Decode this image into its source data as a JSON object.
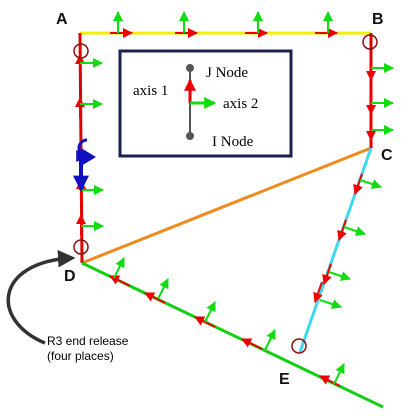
{
  "nodes": {
    "a": "A",
    "b": "B",
    "c": "C",
    "d": "D",
    "e": "E"
  },
  "legend": {
    "j_node": "J Node",
    "i_node": "I Node",
    "axis1": "axis 1",
    "axis2": "axis 2"
  },
  "annotation": {
    "line1": "R3 end release",
    "line2": "(four places)"
  },
  "colors": {
    "member_ab": "#f0f000",
    "member_ad": "#e00000",
    "member_bc": "#e00000",
    "member_dc": "#f08a1c",
    "member_de": "#10d010",
    "member_ce": "#40d8f0",
    "axis1_arrow": "#ee0000",
    "axis2_arrow": "#10dd10",
    "moment": "#1010c0",
    "release_circle": "#8a1010",
    "callout_arrow": "#333333",
    "legend_border": "#1a2050"
  }
}
